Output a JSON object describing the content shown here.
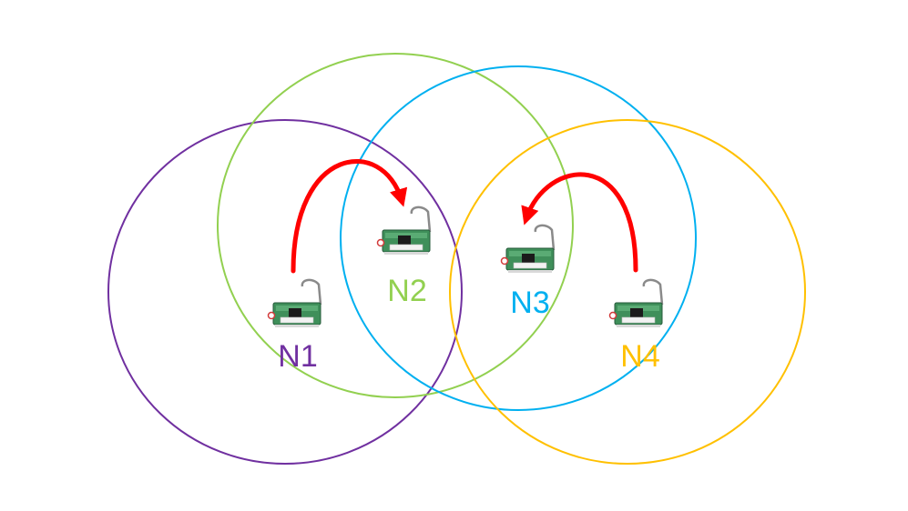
{
  "colors": {
    "n1": "#7030A0",
    "n2": "#92D050",
    "n3": "#00B0F0",
    "n4": "#FFC000",
    "arrow": "#FF0000"
  },
  "nodes": [
    {
      "label": "N1",
      "icon": "sensor-node-icon"
    },
    {
      "label": "N2",
      "icon": "sensor-node-icon"
    },
    {
      "label": "N3",
      "icon": "sensor-node-icon"
    },
    {
      "label": "N4",
      "icon": "sensor-node-icon"
    }
  ],
  "transmissions": [
    {
      "from": "N1",
      "to": "N2"
    },
    {
      "from": "N4",
      "to": "N3"
    }
  ]
}
